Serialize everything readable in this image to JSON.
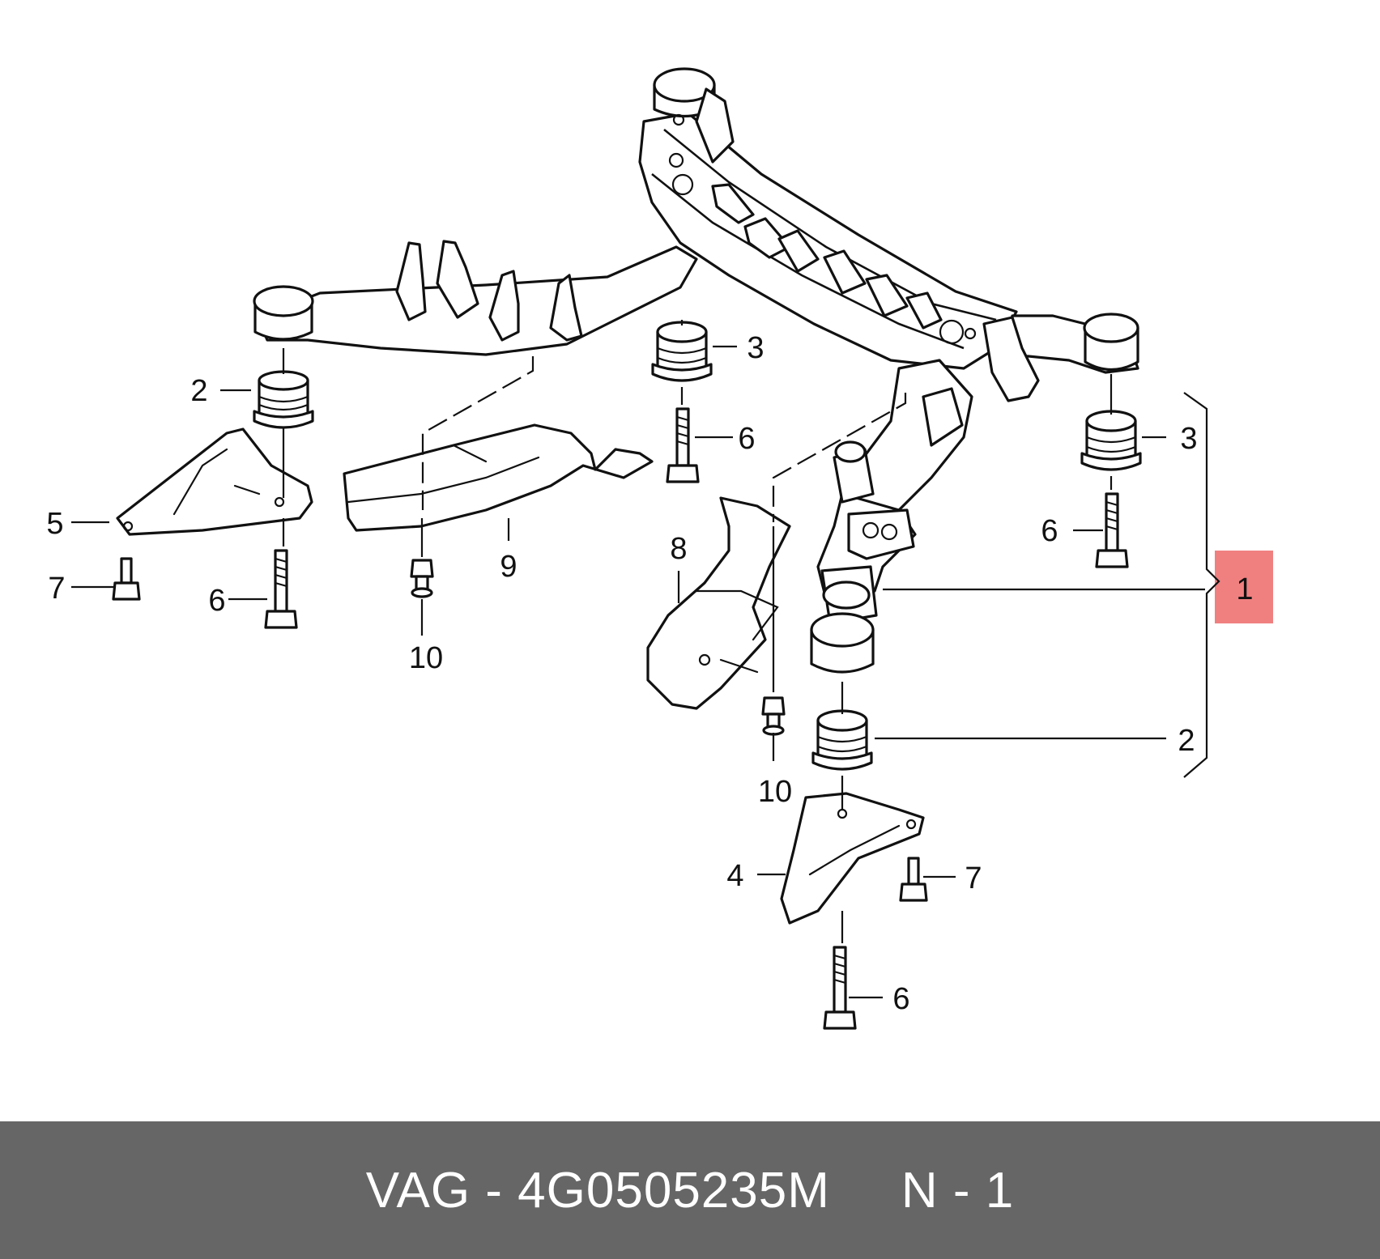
{
  "callouts": {
    "c1": "1",
    "c2_left": "2",
    "c2_right": "2",
    "c3_center": "3",
    "c3_right": "3",
    "c4": "4",
    "c5": "5",
    "c6_left": "6",
    "c6_center": "6",
    "c6_right": "6",
    "c6_bottom": "6",
    "c7_left": "7",
    "c7_right": "7",
    "c8": "8",
    "c9": "9",
    "c10_left": "10",
    "c10_center": "10"
  },
  "highlight_color": "#f08080",
  "footer": {
    "part_number": "VAG - 4G0505235M",
    "position": "N - 1"
  },
  "footer_color": "#666666"
}
